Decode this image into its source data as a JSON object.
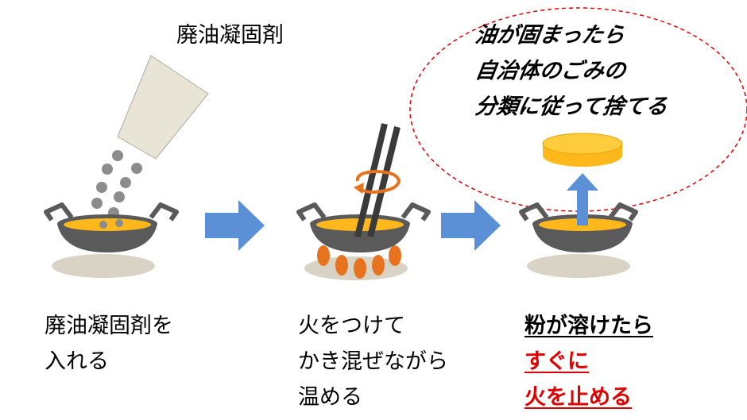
{
  "top_label": "廃油凝固剤",
  "cloud": {
    "lines": [
      "油が固まったら",
      "自治体のごみの",
      "分類に従って捨てる"
    ]
  },
  "steps": [
    {
      "lines": [
        "廃油凝固剤を",
        "入れる"
      ]
    },
    {
      "lines": [
        "火をつけて",
        "かき混ぜながら",
        "温める"
      ]
    },
    {
      "lines": [
        "粉が溶けたら",
        "すぐに",
        "火を止める"
      ]
    }
  ],
  "colors": {
    "oil": "#ffb81c",
    "pan": "#5a5a5a",
    "shadow": "#d8d3c4",
    "arrow": "#5b8fd6",
    "flame": "#e8731e",
    "granule": "#8c8c8c",
    "bag": "#e9e5d6",
    "emphasis": "#e00000",
    "cloud_border": "#e00000"
  }
}
